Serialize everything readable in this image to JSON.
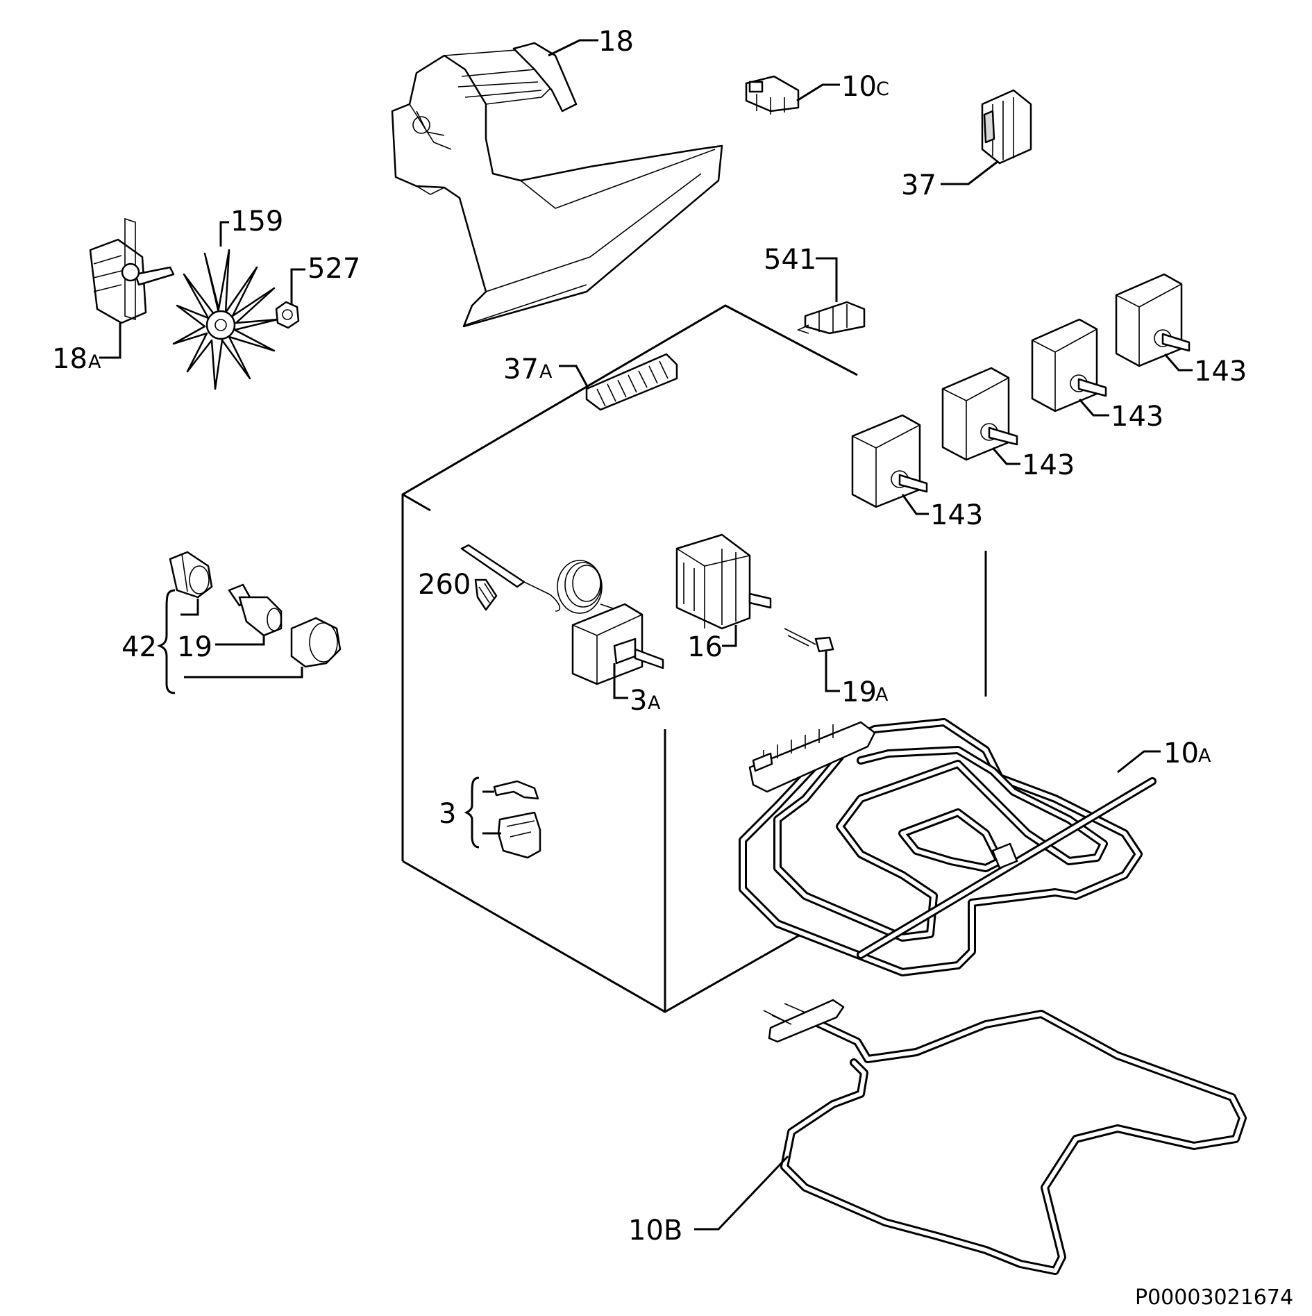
{
  "drawing_ref": "P00003021674",
  "callouts": {
    "housing": "18",
    "fan_motor": {
      "num": "18",
      "suffix": "A"
    },
    "fan_blade": "159",
    "nut": "527",
    "connector_top": {
      "num": "10",
      "suffix": "C"
    },
    "switch_right": "37",
    "connector_mid": "541",
    "terminal_block": {
      "num": "37",
      "suffix": "A"
    },
    "regulators": [
      "143",
      "143",
      "143",
      "143"
    ],
    "lamp_group": "42",
    "lamp": "19",
    "probe": "260",
    "selector": "16",
    "thermostat": {
      "num": "3",
      "suffix": "A"
    },
    "indicator_lamp": {
      "num": "19",
      "suffix": "A"
    },
    "grill_element": {
      "num": "10",
      "suffix": "A"
    },
    "clip_group": "3",
    "bottom_element": "10B"
  }
}
